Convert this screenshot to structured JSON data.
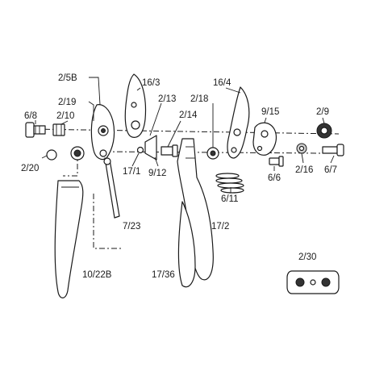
{
  "labels": {
    "p2_5b": "2/5B",
    "p2_19": "2/19",
    "p6_8": "6/8",
    "p2_10": "2/10",
    "p2_20": "2/20",
    "p16_3": "16/3",
    "p2_13": "2/13",
    "p2_14": "2/14",
    "p16_4": "16/4",
    "p2_18": "2/18",
    "p9_15": "9/15",
    "p2_9": "2/9",
    "p17_1": "17/1",
    "p9_12": "9/12",
    "p6_6": "6/6",
    "p2_16": "2/16",
    "p6_7": "6/7",
    "p6_11": "6/11",
    "p7_23": "7/23",
    "p17_2": "17/2",
    "p10_22b": "10/22B",
    "p17_36": "17/36",
    "p2_30": "2/30"
  }
}
